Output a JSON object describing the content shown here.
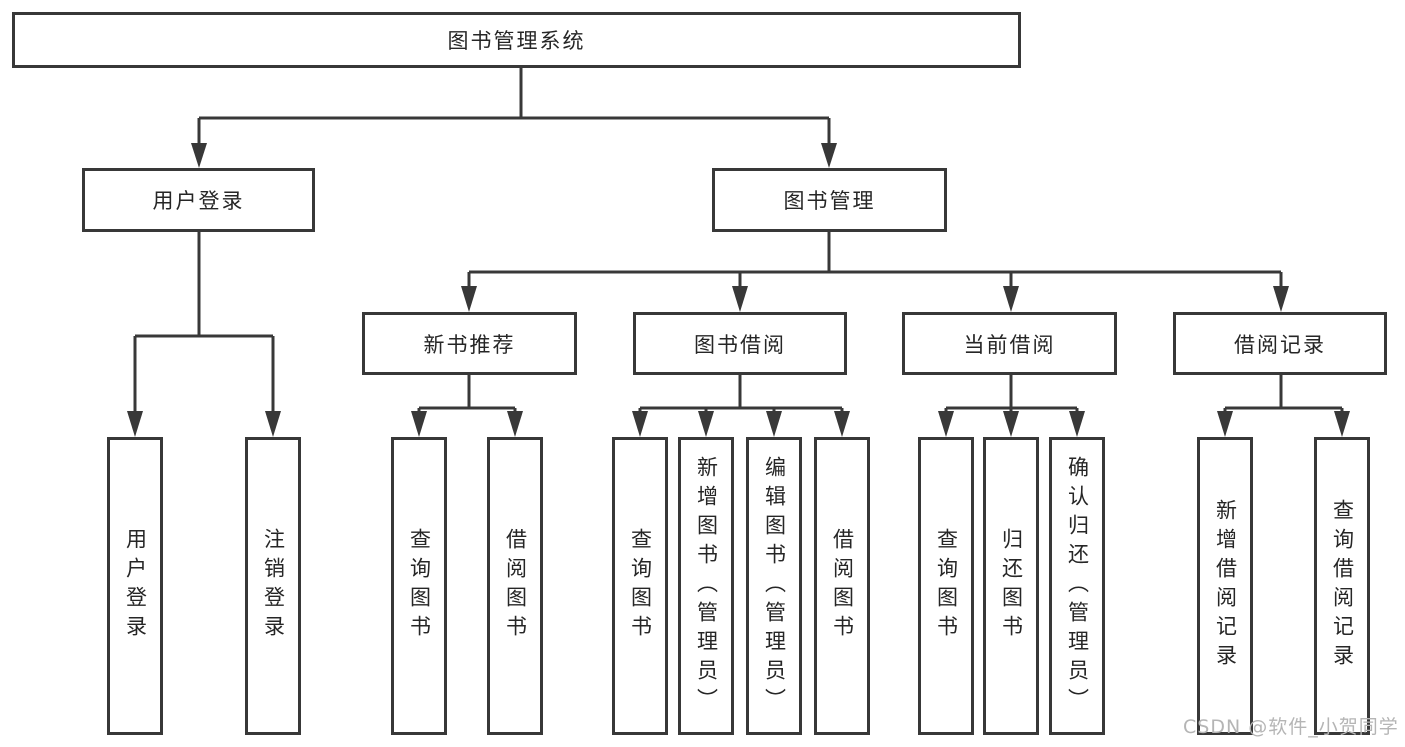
{
  "diagram": {
    "title": "图书管理系统",
    "branches": [
      {
        "label": "用户登录",
        "children": [
          {
            "label": "用户登录"
          },
          {
            "label": "注销登录"
          }
        ]
      },
      {
        "label": "图书管理",
        "children": [
          {
            "label": "新书推荐",
            "children": [
              {
                "label": "查询图书"
              },
              {
                "label": "借阅图书"
              }
            ]
          },
          {
            "label": "图书借阅",
            "children": [
              {
                "label": "查询图书"
              },
              {
                "label": "新增图书（管理员）"
              },
              {
                "label": "编辑图书（管理员）"
              },
              {
                "label": "借阅图书"
              }
            ]
          },
          {
            "label": "当前借阅",
            "children": [
              {
                "label": "查询图书"
              },
              {
                "label": "归还图书"
              },
              {
                "label": "确认归还（管理员）"
              }
            ]
          },
          {
            "label": "借阅记录",
            "children": [
              {
                "label": "新增借阅记录"
              },
              {
                "label": "查询借阅记录"
              }
            ]
          }
        ]
      }
    ]
  },
  "watermark": {
    "text": "CSDN @软件_小贺同学"
  },
  "colors": {
    "line": "#383838",
    "text": "#262626",
    "watermark_text": "#b5b5b5",
    "background": "#ffffff"
  }
}
